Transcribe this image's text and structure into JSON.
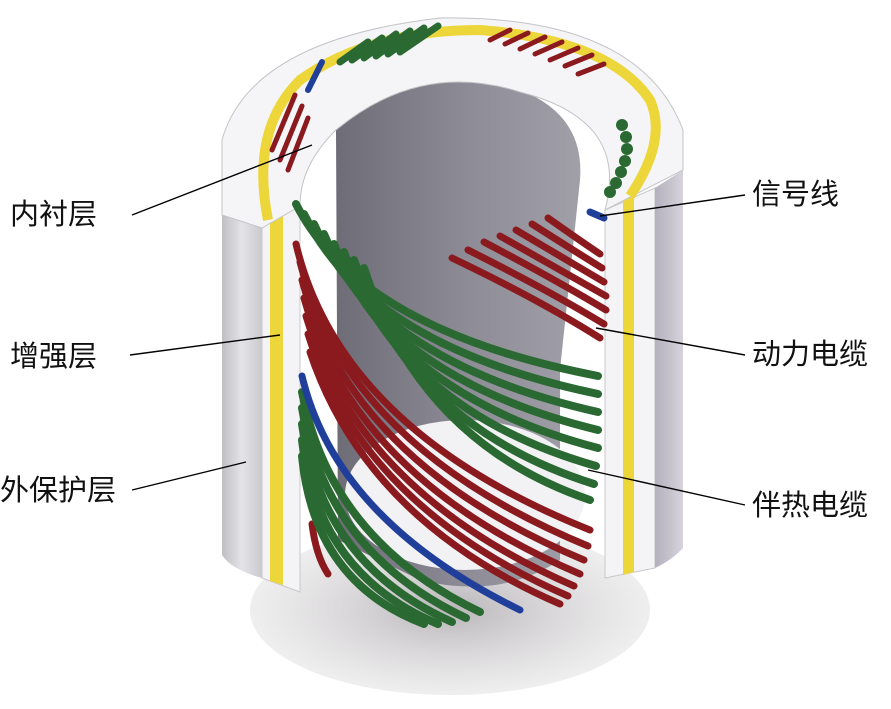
{
  "labels": {
    "inner_liner": "内衬层",
    "reinforcement_layer": "增强层",
    "outer_sheath": "外保护层",
    "signal_line": "信号线",
    "power_cable": "动力电缆",
    "heat_tracing_cable": "伴热电缆"
  },
  "colors": {
    "power_cable": "#8b1a1f",
    "heat_tracing_cable": "#2a6a32",
    "signal_line": "#1f3f9a",
    "reinforcement_layer": "#ecd63a",
    "outer_sheath": "#d4d4d8",
    "inner_bore": "#7c7a84",
    "leader_line": "#000000"
  }
}
